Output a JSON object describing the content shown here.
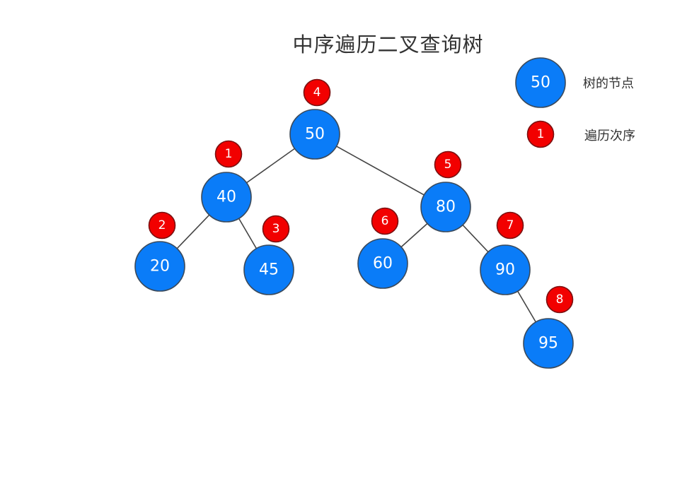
{
  "title": "中序遍历二叉查询树",
  "colors": {
    "node_fill": "#0a7cf8",
    "node_stroke": "#3a4a5c",
    "order_fill": "#f20000",
    "order_stroke": "#7a1010",
    "edge": "#444444",
    "text_light": "#ffffff",
    "text_dark": "#333333"
  },
  "legend": {
    "node_sample": "50",
    "node_label": "树的节点",
    "order_sample": "1",
    "order_label": "遍历次序"
  },
  "tree": {
    "nodes": [
      {
        "id": "n50",
        "value": "50",
        "order": "4"
      },
      {
        "id": "n40",
        "value": "40",
        "order": "1"
      },
      {
        "id": "n20",
        "value": "20",
        "order": "2"
      },
      {
        "id": "n45",
        "value": "45",
        "order": "3"
      },
      {
        "id": "n80",
        "value": "80",
        "order": "5"
      },
      {
        "id": "n60",
        "value": "60",
        "order": "6"
      },
      {
        "id": "n90",
        "value": "90",
        "order": "7"
      },
      {
        "id": "n95",
        "value": "95",
        "order": "8"
      }
    ],
    "edges": [
      {
        "from": "n50",
        "to": "n40"
      },
      {
        "from": "n50",
        "to": "n80"
      },
      {
        "from": "n40",
        "to": "n20"
      },
      {
        "from": "n40",
        "to": "n45"
      },
      {
        "from": "n80",
        "to": "n60"
      },
      {
        "from": "n80",
        "to": "n90"
      },
      {
        "from": "n90",
        "to": "n95"
      }
    ]
  }
}
